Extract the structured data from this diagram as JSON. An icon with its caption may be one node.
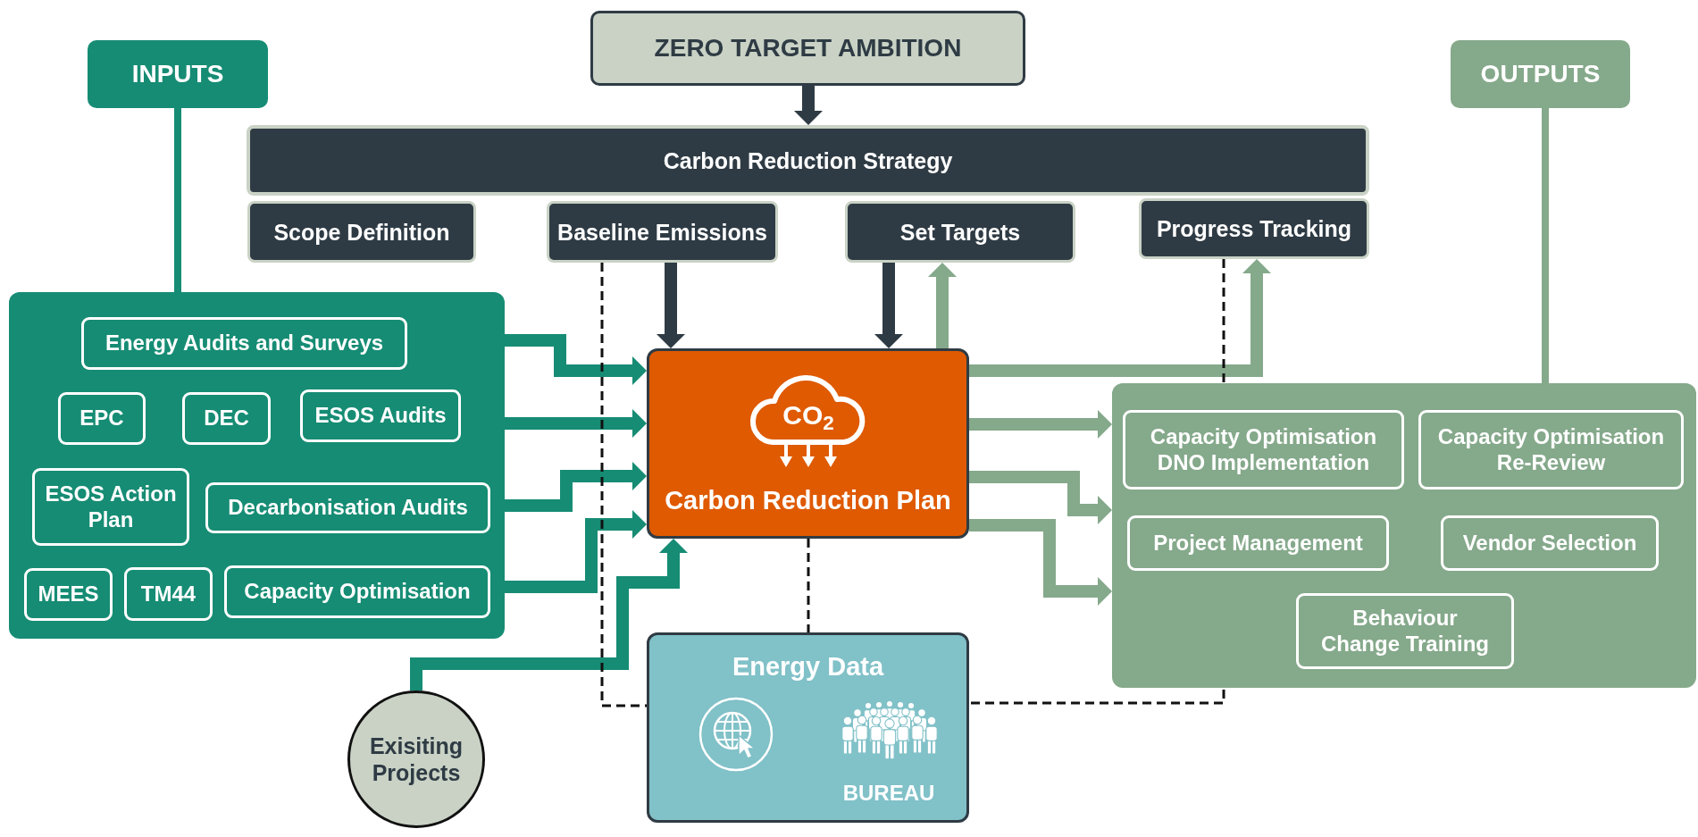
{
  "diagram": {
    "nodes": [
      {
        "text": [
          "INPUTS"
        ]
      },
      {
        "text": [
          "ZERO TARGET AMBITION"
        ]
      },
      {
        "text": [
          "OUTPUTS"
        ]
      },
      {
        "text": [
          "Carbon Reduction Strategy"
        ]
      },
      {
        "text": [
          "Scope Definition"
        ]
      },
      {
        "text": [
          "Baseline Emissions"
        ]
      },
      {
        "text": [
          "Set Targets"
        ]
      },
      {
        "text": [
          "Progress Tracking"
        ]
      },
      {
        "text": [],
        "shape": "box"
      },
      {
        "text": [
          "Energy Audits and Surveys"
        ],
        "in": 8
      },
      {
        "text": [
          "EPC"
        ],
        "in": 8
      },
      {
        "text": [
          "DEC"
        ],
        "in": 8
      },
      {
        "text": [
          "ESOS Audits"
        ],
        "in": 8
      },
      {
        "text": [
          "ESOS Action Plan"
        ],
        "in": 8
      },
      {
        "text": [
          "Decarbonisation Audits"
        ],
        "in": 8
      },
      {
        "text": [
          "MEES"
        ],
        "in": 8
      },
      {
        "text": [
          "TM44"
        ],
        "in": 8
      },
      {
        "text": [
          "Capacity Optimisation"
        ],
        "in": 8
      },
      {
        "text": [
          "CO$_{2}$",
          "Carbon Reduction Plan"
        ]
      },
      {
        "text": [],
        "shape": "box"
      },
      {
        "text": [
          "Capacity Optimisation DNO Implementation"
        ],
        "in": 19
      },
      {
        "text": [
          "Capacity Optimisation Re-Review"
        ],
        "in": 19
      },
      {
        "text": [
          "Project Management"
        ],
        "in": 19
      },
      {
        "text": [
          "Vendor Selection"
        ],
        "in": 19
      },
      {
        "text": [
          "Behaviour Change Training"
        ],
        "in": 19
      },
      {
        "text": [
          "Energy Data",
          "BUREAU"
        ]
      },
      {
        "text": [
          "Exisiting Projects"
        ]
      }
    ],
    "edges": [
      {
        "from": 1,
        "to": 3,
        "arrow": "to",
        "color": "#2f3b44"
      },
      {
        "from": 0,
        "to": 8,
        "arrow": "none",
        "color": "#168c74"
      },
      {
        "from": 2,
        "to": 19,
        "arrow": "none",
        "color": "#85a98b"
      },
      {
        "from": 5,
        "to": 18,
        "arrow": "to",
        "color": "#2f3b44"
      },
      {
        "from": 6,
        "to": 18,
        "arrow": "to",
        "color": "#2f3b44"
      },
      {
        "from": 18,
        "to": 6,
        "arrow": "to",
        "color": "#85a98b"
      },
      {
        "from": 18,
        "to": 7,
        "arrow": "to",
        "color": "#85a98b"
      },
      {
        "from": 8,
        "to": 18,
        "arrow": "to",
        "color": "#168c74"
      },
      {
        "from": 8,
        "to": 18,
        "arrow": "to",
        "color": "#168c74"
      },
      {
        "from": 8,
        "to": 18,
        "arrow": "to",
        "color": "#168c74"
      },
      {
        "from": 8,
        "to": 18,
        "arrow": "to",
        "color": "#168c74"
      },
      {
        "from": 26,
        "to": 18,
        "arrow": "to",
        "color": "#168c74"
      },
      {
        "from": 18,
        "to": 19,
        "arrow": "to",
        "color": "#85a98b"
      },
      {
        "from": 18,
        "to": 19,
        "arrow": "to",
        "color": "#85a98b"
      },
      {
        "from": 18,
        "to": 19,
        "arrow": "to",
        "color": "#85a98b"
      },
      {
        "from": 5,
        "to": 25,
        "arrow": "none",
        "style": "dashed",
        "color": "#111111"
      },
      {
        "from": 18,
        "to": 25,
        "arrow": "none",
        "style": "dashed",
        "color": "#111111"
      },
      {
        "from": 7,
        "to": 25,
        "arrow": "none",
        "style": "dashed",
        "color": "#111111"
      }
    ]
  }
}
